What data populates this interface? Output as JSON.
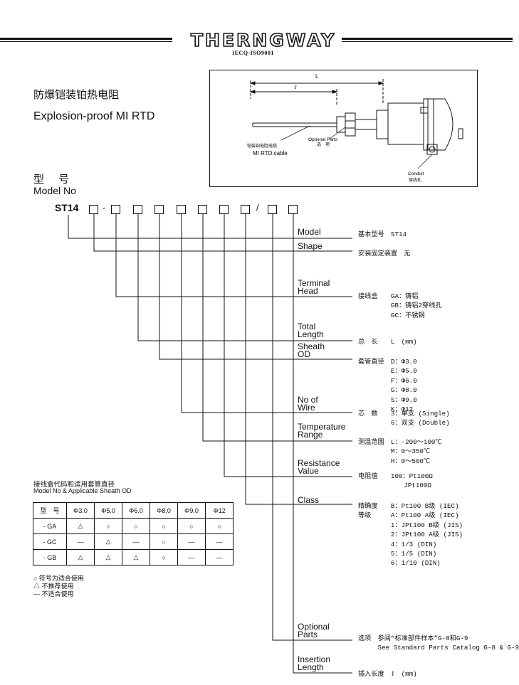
{
  "header": {
    "brand": "THERNGWAY",
    "subtitle": "IECQ-ISO9001"
  },
  "title": {
    "cn": "防爆铠装铂热电阻",
    "en": "Explosion-proof MI RTD"
  },
  "diagram": {
    "label_L": "L",
    "label_l": "ℓ",
    "cable_cn": "铠装铂电阻电缆",
    "cable_en": "MI RTD cable",
    "optional_en": "Optional Parts",
    "optional_cn": "选　项",
    "conduit_en": "Conduit",
    "conduit_cn": "穿线孔"
  },
  "model_heading": {
    "cn": "型 号",
    "en": "Model No",
    "code": "ST14",
    "dash": "-",
    "slash": "/"
  },
  "fields": [
    {
      "label": "Model",
      "desc": "基本型号　ST14"
    },
    {
      "label": "Shape",
      "desc": "安装固定装置　无"
    },
    {
      "label": "Terminal\nHead",
      "desc": "接线盒　　GA：铸铝\n　　　　　GB：铸铝2穿线孔\n　　　　　GC：不锈钢"
    },
    {
      "label": "Total\nLength",
      "desc": "总　长　　L　(mm)"
    },
    {
      "label": "Sheath\nOD",
      "desc": "套管直径　D：Φ3.0\n　　　　　E：Φ5.0\n　　　　　F：Φ6.0\n　　　　　G：Φ8.0\n　　　　　S：Φ9.0\n　　　　　K：Φ12"
    },
    {
      "label": "No of\nWire",
      "desc": "芯　数　　3：单支 (Single)\n　　　　　6：双支 (Double)"
    },
    {
      "label": "Temperature\nRange",
      "desc": "测温范围　L：-200～100℃\n　　　　　M：0～350℃\n　　　　　H：0～500℃"
    },
    {
      "label": "Resistance\nValue",
      "desc": "电阻值　　100：Pt100Ω\n　　　　　　　JPt100Ω"
    },
    {
      "label": "Class",
      "desc": "精确度　　B：Pt100 B级 (IEC)\n等级　　　A：Pt100 A级 (IEC)\n　　　　　1：JPt100 B级 (JIS)\n　　　　　2：JPt100 A级 (JIS)\n　　　　　4：1/3 (DIN)\n　　　　　5：1/5 (DIN)\n　　　　　6：1/10 (DIN)"
    },
    {
      "label": "Optional\nParts",
      "desc": "选项　参阅“标准部件样本”G-8和G-9\n　　　See Standard Parts Catalog G-8 & G-9"
    },
    {
      "label": "Insertion\nLength",
      "desc": "插入长度　ℓ　(mm)"
    }
  ],
  "od_table": {
    "title_cn": "接线盒代码和适用套管直径",
    "title_en": "Model No & Applicable Sheath OD",
    "header": [
      "型　号",
      "Φ3.0",
      "Φ5.0",
      "Φ6.0",
      "Φ8.0",
      "Φ9.0",
      "Φ12"
    ],
    "rows": [
      [
        "- GA",
        "△",
        "○",
        "○",
        "○",
        "○",
        "○"
      ],
      [
        "- GC",
        "—",
        "△",
        "—",
        "○",
        "—",
        "—"
      ],
      [
        "- GB",
        "△",
        "△",
        "△",
        "○",
        "—",
        "—"
      ]
    ]
  },
  "legend": [
    "○ 符号为适合使用",
    "△ 不推荐使用",
    "— 不适合使用"
  ]
}
